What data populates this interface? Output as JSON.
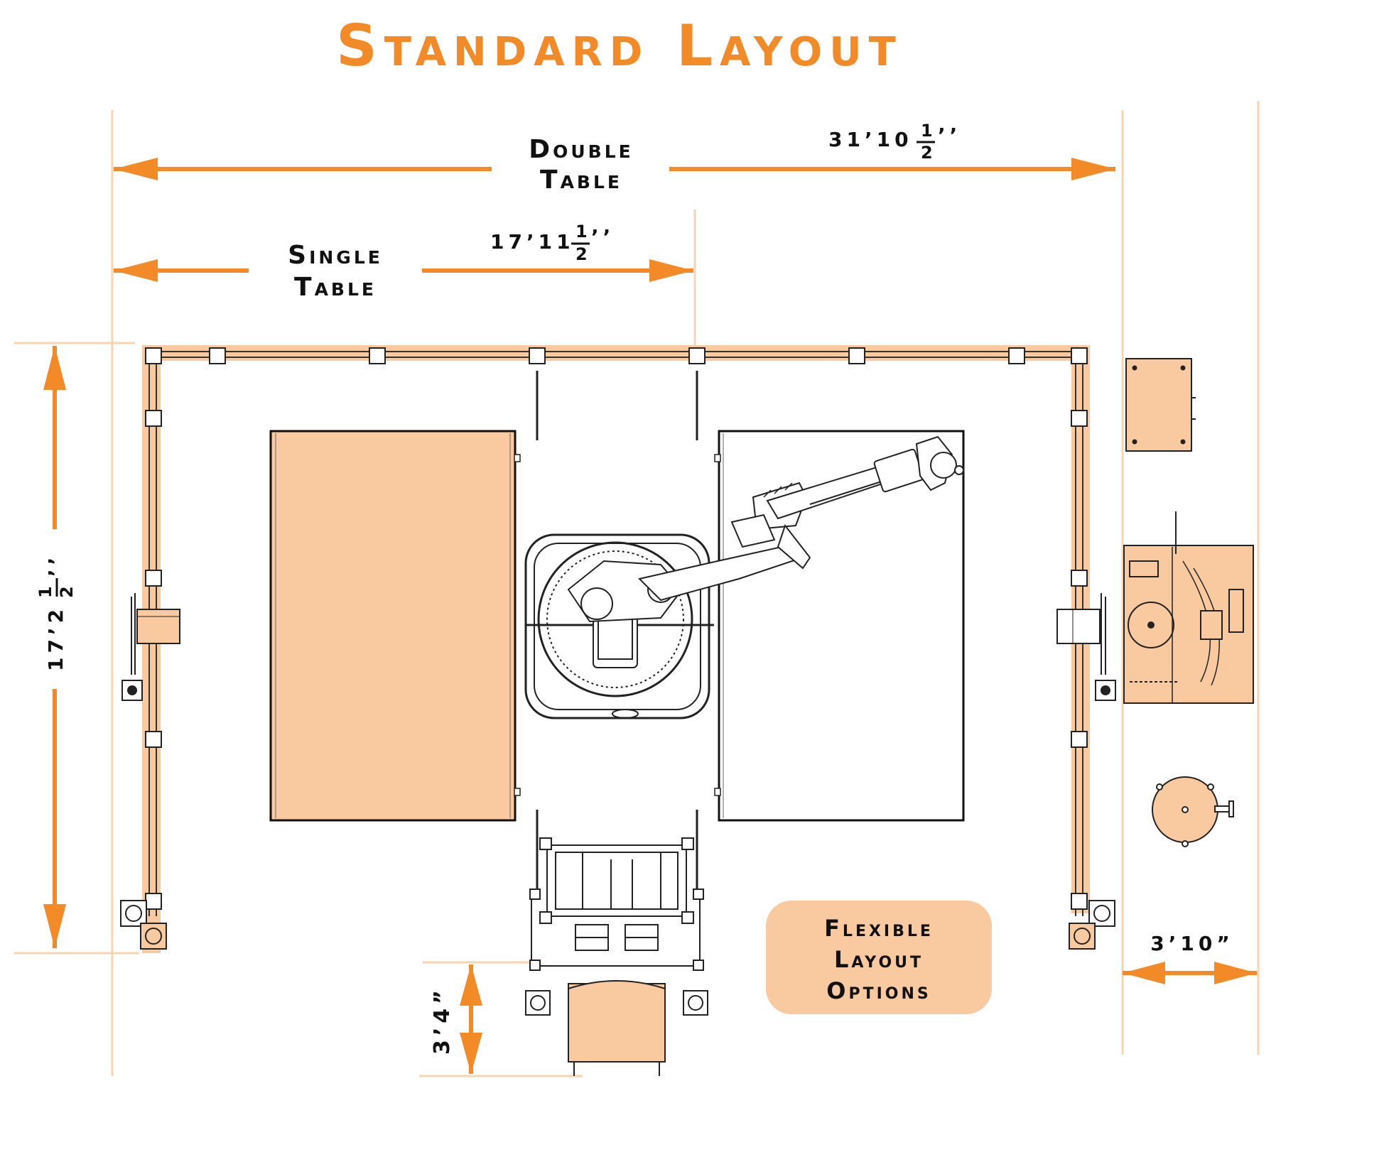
{
  "title": "Standard Layout",
  "dimensions": {
    "double_table": {
      "label_line1": "Double",
      "label_line2": "Table",
      "measure_main": "31’10",
      "measure_num": "1",
      "measure_den": "2",
      "measure_suffix": "’’"
    },
    "single_table": {
      "label_line1": "Single",
      "label_line2": "Table",
      "measure_main": "17’11",
      "measure_num": "1",
      "measure_den": "2",
      "measure_suffix": "’’"
    },
    "height": {
      "measure_main": "17’2",
      "measure_num": "1",
      "measure_den": "2",
      "measure_suffix": "’’"
    },
    "right_width": {
      "measure": "3’10”"
    },
    "bottom_depth": {
      "measure": "3’4”"
    }
  },
  "badge": {
    "line1": "Flexible",
    "line2": "Layout",
    "line3": "Options"
  },
  "colors": {
    "accent": "#f28a28",
    "fill": "#f9c9a0",
    "light_line": "#f8d4b0",
    "ink": "#111111"
  },
  "icons": {
    "robot": "robot-arm-icon",
    "controller": "controller-cabinet-icon",
    "welder": "welder-unit-icon",
    "spool": "wire-spool-icon"
  }
}
